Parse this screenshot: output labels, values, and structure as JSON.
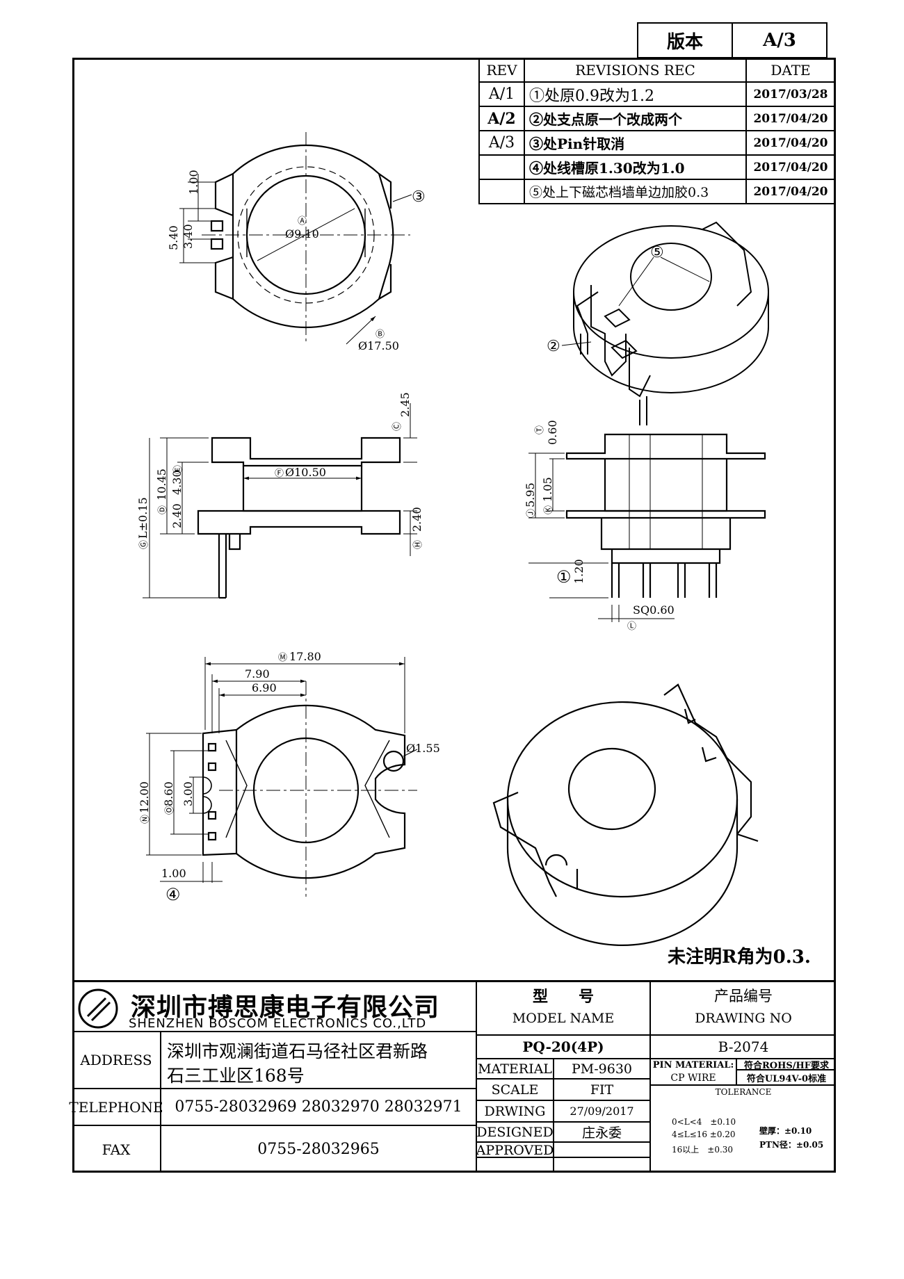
{
  "version_box": {
    "label": "版本",
    "value": "A/3"
  },
  "revisions": {
    "headers": [
      "REV",
      "REVISIONS REC",
      "DATE"
    ],
    "rows": [
      {
        "rev": "A/1",
        "rec": "①处原0.9改为1.2",
        "date": "2017/03/28"
      },
      {
        "rev": "A/2",
        "rec": "②处支点原一个改成两个",
        "date": "2017/04/20"
      },
      {
        "rev": "A/3",
        "rec": "③处Pin针取消",
        "date": "2017/04/20"
      },
      {
        "rev": "",
        "rec": "④处线槽原1.30改为1.0",
        "date": "2017/04/20"
      },
      {
        "rev": "",
        "rec": "⑤处上下磁芯档墙单边加胶0.3",
        "date": "2017/04/20"
      }
    ]
  },
  "dimensions": {
    "top_view": {
      "d1": "1.00",
      "d2": "5.40",
      "d3": "3.40",
      "inner": "Ⓐ",
      "inner_dia": "Ø9.10",
      "outer_tag": "Ⓑ",
      "outer_dia": "Ø17.50",
      "callout": "③"
    },
    "side_view": {
      "d245": "2.45",
      "tag_c": "Ⓒ",
      "d1045": "10.45",
      "tag_d": "Ⓓ",
      "d430": "4.30",
      "tag_e": "Ⓔ",
      "bore": "Ø10.50",
      "tag_f": "Ⓕ",
      "d240a": "2.40",
      "d240b": "2.40",
      "tag_h": "Ⓗ",
      "tag_g": "Ⓖ",
      "ltol": "L±0.15"
    },
    "front_view": {
      "d060": "0.60",
      "tag_t": "Ⓣ",
      "d595": "5.95",
      "tag_j": "Ⓙ",
      "d105": "1.05",
      "tag_k": "Ⓚ",
      "d120": "1.20",
      "callout1": "①",
      "sq": "SQ0.60",
      "tag_l": "Ⓛ"
    },
    "bottom_view": {
      "d1780": "17.80",
      "tag_m": "Ⓜ",
      "d790": "7.90",
      "d690": "6.90",
      "d155": "Ø1.55",
      "d1200": "12.00",
      "tag_n": "Ⓝ",
      "d860": "8.60",
      "tag_o": "Ⓞ",
      "d300": "3.00",
      "d100": "1.00",
      "callout4": "④"
    },
    "iso_callouts": {
      "c5": "⑤",
      "c2": "②"
    }
  },
  "note": "未注明R角为0.3.",
  "title_block": {
    "company_cn": "深圳市搏思康电子有限公司",
    "company_en": "SHENZHEN BOSCOM ELECTRONICS CO.,LTD",
    "address_label": "ADDRESS",
    "address_line1": "深圳市观澜街道石马径社区君新路",
    "address_line2": "石三工业区168号",
    "telephone_label": "TELEPHONE",
    "telephone": "0755-28032969 28032970 28032971",
    "fax_label": "FAX",
    "fax": "0755-28032965",
    "model_label_cn": "型　　号",
    "model_label_en": "MODEL NAME",
    "model": "PQ-20(4P)",
    "drawing_no_label_cn": "产品编号",
    "drawing_no_label_en": "DRAWING NO",
    "drawing_no": "B-2074",
    "material_label": "MATERIAL",
    "material": "PM-9630",
    "scale_label": "SCALE",
    "scale": "FIT",
    "drwing_label": "DRWING",
    "drwing": "27/09/2017",
    "designed_label": "DESIGNED",
    "designed": "庄永委",
    "approved_label": "APPROVED",
    "pin_material_label": "PIN MATERIAL:",
    "pin_material": "CP WIRE",
    "rohs": "符合ROHS/HF要求",
    "ul": "符合UL94V-0标准",
    "tolerance_label": "TOLERANCE",
    "tol1": "0<L<4　±0.10",
    "tol2": "4≤L≤16 ±0.20",
    "tol3": "16以上　±0.30",
    "wall": "壁厚：±0.10",
    "pin_dia": "PTN径：±0.05"
  }
}
